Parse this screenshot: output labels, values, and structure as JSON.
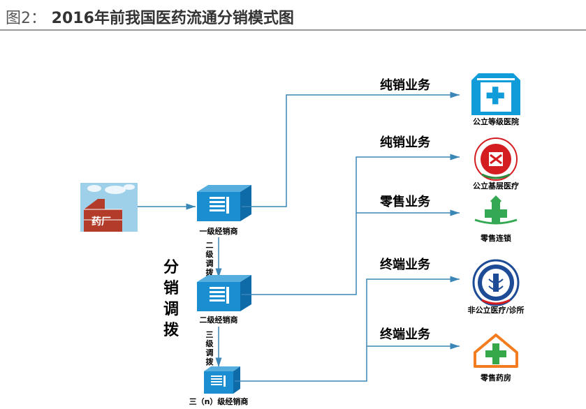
{
  "title": {
    "prefix": "图2：",
    "text": "2016年前我国医药流通分销模式图"
  },
  "nodes": {
    "factory": "药厂",
    "level1": "一级经销商",
    "level2": "二级经销商",
    "level3": "三（n）级经销商"
  },
  "connectors": {
    "c1": "二级调拨",
    "c2": "三级调拨"
  },
  "side_label": "分销调拨",
  "branches": [
    {
      "label": "纯销业务",
      "target": "公立等级医院"
    },
    {
      "label": "纯销业务",
      "target": "公立基层医疗"
    },
    {
      "label": "零售业务",
      "target": "零售连锁"
    },
    {
      "label": "终端业务",
      "target": "非公立医疗/诊所"
    },
    {
      "label": "终端业务",
      "target": "零售药房"
    }
  ]
}
